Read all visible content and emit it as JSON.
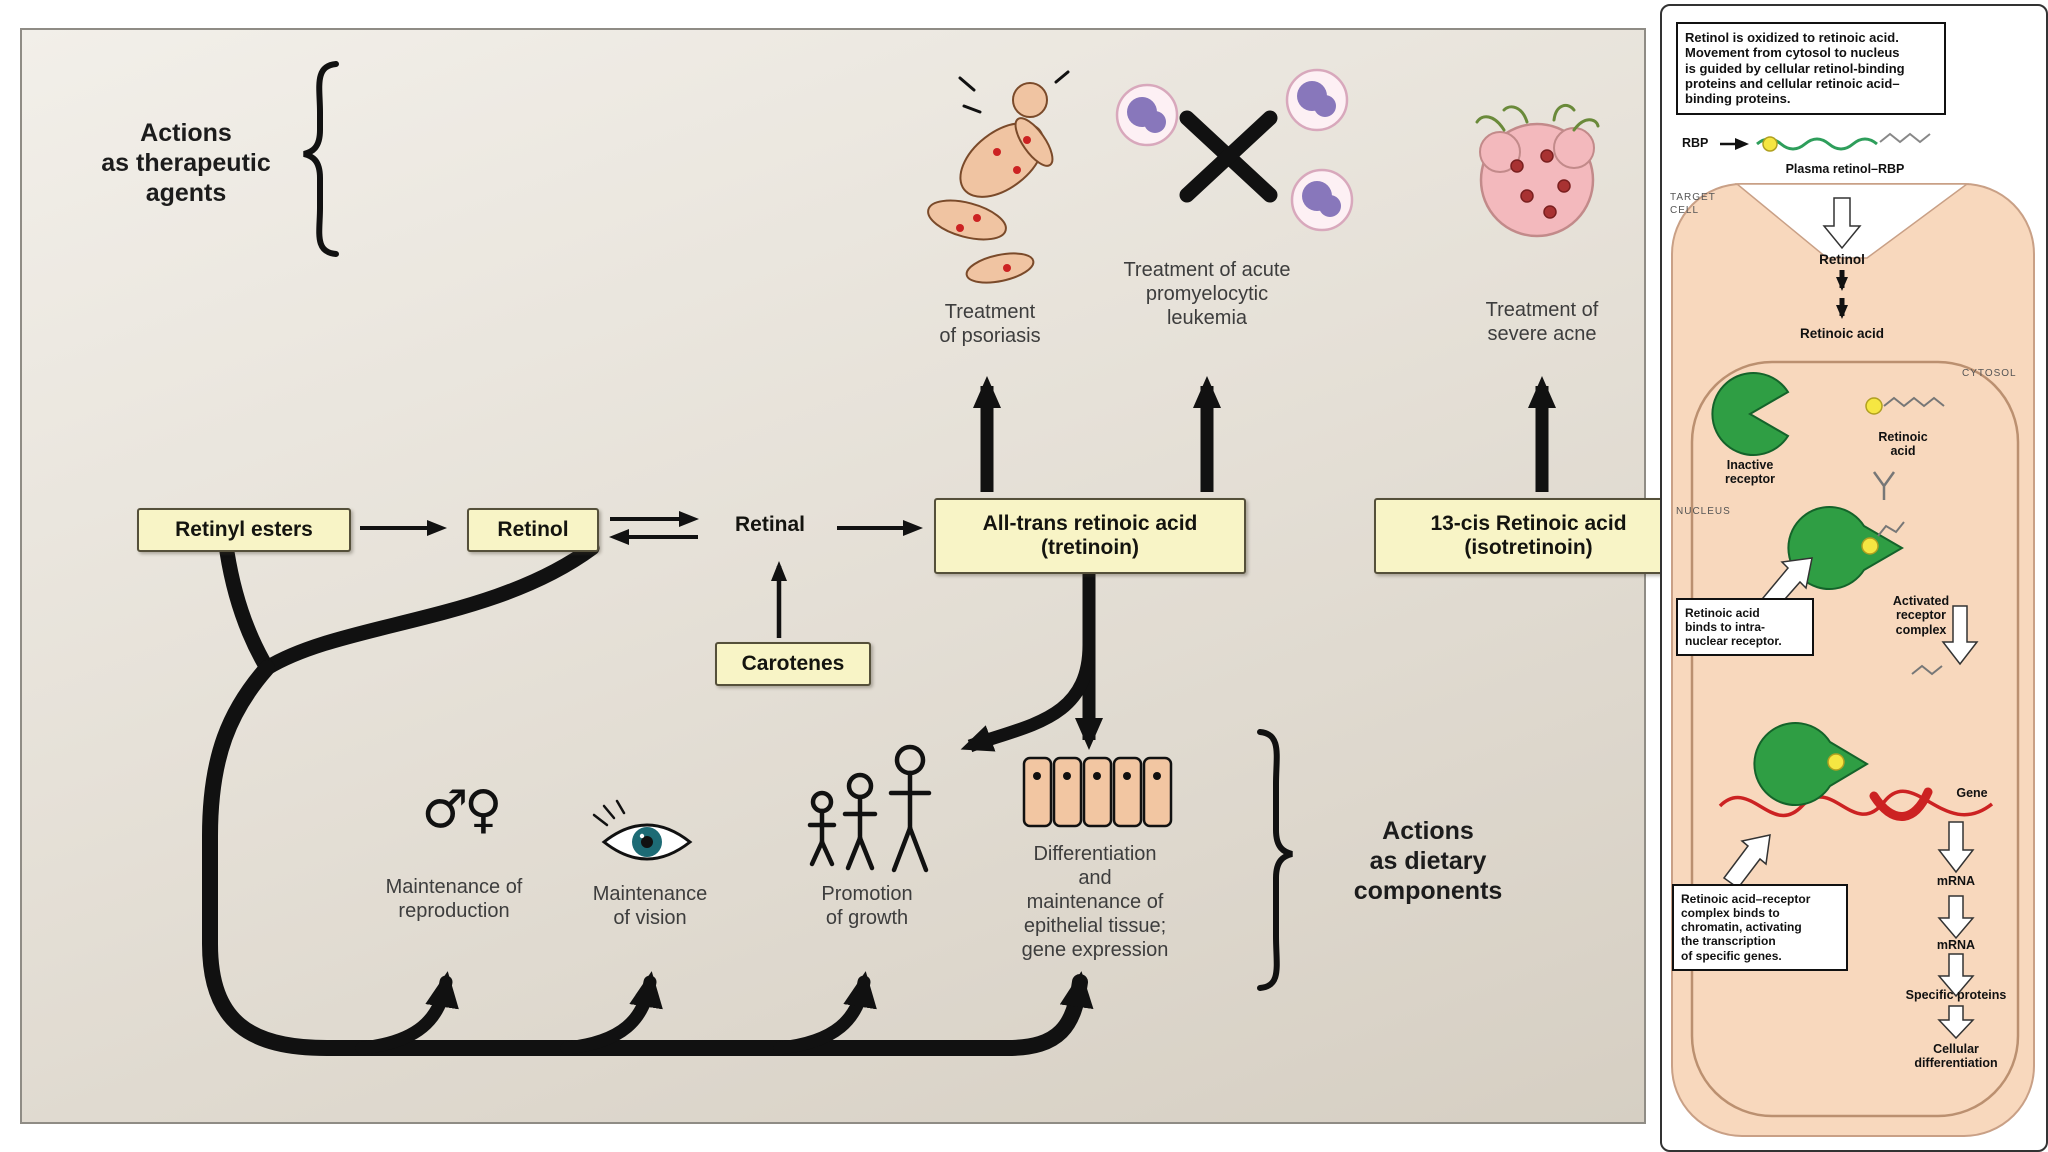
{
  "figure": {
    "therapeutic_label": "Actions\nas therapeutic\nagents",
    "dietary_label": "Actions\nas dietary\ncomponents",
    "nodes": {
      "retinyl_esters": "Retinyl esters",
      "retinol": "Retinol",
      "retinal": "Retinal",
      "atra": "All-trans retinoic acid\n(tretinoin)",
      "carotenes": "Carotenes",
      "cis": "13-cis Retinoic acid\n(isotretinoin)"
    },
    "treatments": {
      "psoriasis": "Treatment\nof psoriasis",
      "leukemia": "Treatment of acute\npromyelocytic\nleukemia",
      "acne": "Treatment of\nsevere acne"
    },
    "dietary": {
      "reproduction": "Maintenance of\nreproduction",
      "vision": "Maintenance\nof vision",
      "growth": "Promotion\nof growth",
      "epithelial": "Differentiation\nand\nmaintenance of\nepithelial tissue;\ngene expression"
    },
    "icons": {
      "reproduction": "♂♀"
    }
  },
  "panel": {
    "note_top": "Retinol is oxidized to retinoic acid.\nMovement from cytosol to nucleus\nis guided by cellular retinol-binding\nproteins and cellular retinoic acid–\nbinding proteins.",
    "rbp": "RBP",
    "plasma_retinol": "Plasma retinol–RBP",
    "target_cell": "TARGET\nCELL",
    "retinol": "Retinol",
    "retinoic_acid": "Retinoic acid",
    "cytosol": "CYTOSOL",
    "nucleus": "NUCLEUS",
    "inactive_receptor": "Inactive\nreceptor",
    "retinoic_acid_small": "Retinoic\nacid",
    "note_binds": "Retinoic acid\nbinds to intra-\nnuclear receptor.",
    "activated_receptor": "Activated\nreceptor\ncomplex",
    "gene": "Gene",
    "note_chromatin": "Retinoic acid–receptor\ncomplex binds to\nchromatin, activating\nthe transcription\nof specific genes.",
    "mrna_1": "mRNA",
    "mrna_2": "mRNA",
    "specific_proteins": "Specific proteins",
    "cellular_differentiation": "Cellular\ndifferentiation"
  },
  "colors": {
    "node_box_fill": "#f8f4c6",
    "cell_fill": "#f8d8bd",
    "receptor_green": "#2f9e44",
    "dna_red": "#cc2222",
    "skin": "#f0c4a2",
    "arrow_black": "#111111"
  }
}
